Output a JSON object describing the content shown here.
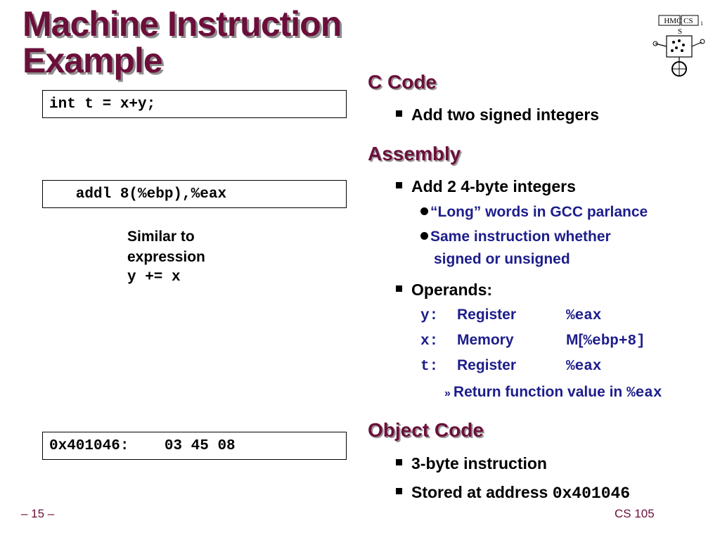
{
  "slide": {
    "title_line1": "Machine Instruction",
    "title_line2": "Example",
    "logo_text": "HMC CS",
    "logo_subscript": "1",
    "logo_glyph": "S"
  },
  "code_boxes": {
    "c_code": "int t = x+y;",
    "assembly": "   addl 8(%ebp),%eax",
    "object_code": "0x401046:    03 45 08"
  },
  "side_note": {
    "line1": "Similar to",
    "line2": "expression",
    "line3": "y += x"
  },
  "sections": {
    "c_code": {
      "heading": "C Code",
      "bullet1": "Add two signed integers"
    },
    "assembly": {
      "heading": "Assembly",
      "bullet1": "Add 2 4-byte integers",
      "sub1": "“Long” words in GCC parlance",
      "sub2_line1": "Same instruction whether",
      "sub2_line2": "signed or unsigned",
      "bullet2": "Operands:",
      "operands": [
        {
          "var": "y:",
          "kind": "Register",
          "loc_prefix": "",
          "loc_mono": "%eax"
        },
        {
          "var": "x:",
          "kind": "Memory",
          "loc_prefix": "M[",
          "loc_mono": "%ebp+8]"
        },
        {
          "var": "t:",
          "kind": "Register",
          "loc_prefix": "",
          "loc_mono": "%eax"
        }
      ],
      "return_chevron": "»",
      "return_text": "Return function value in ",
      "return_reg": "%eax"
    },
    "object_code": {
      "heading": "Object Code",
      "bullet1": "3-byte instruction",
      "bullet2_text": "Stored at address ",
      "bullet2_addr": "0x401046"
    }
  },
  "footer": {
    "page": "– 15 –",
    "course": "CS 105"
  }
}
